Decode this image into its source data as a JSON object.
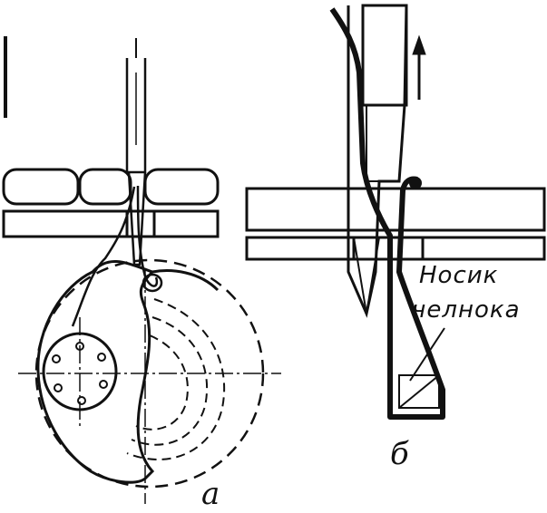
{
  "labels": {
    "figure_a": "а",
    "figure_b": "б",
    "callout_line1": "Носик",
    "callout_line2": "челнока"
  }
}
